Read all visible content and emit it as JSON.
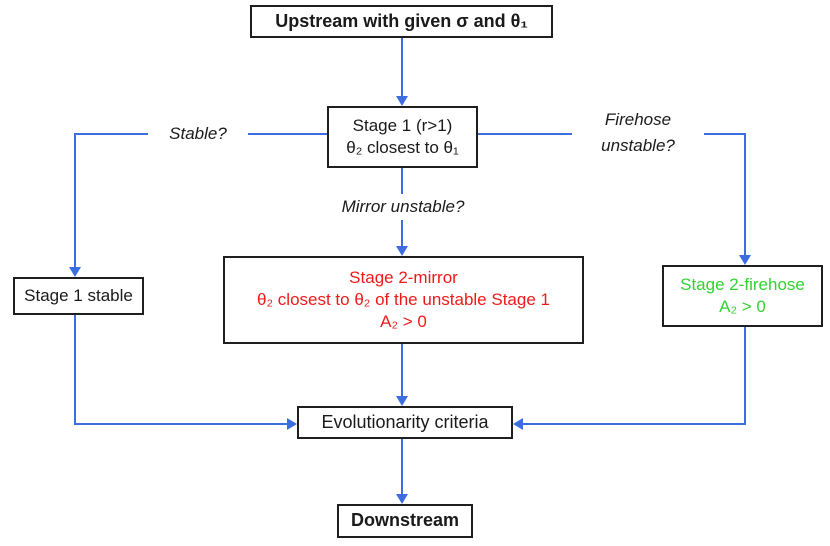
{
  "colors": {
    "arrow_blue": "#3d6ee0",
    "mirror_red": "#ee1a1a",
    "firehose_green": "#32d232",
    "box_border": "#1f1f1f"
  },
  "nodes": {
    "upstream": {
      "label": "Upstream with given σ and θ₁"
    },
    "stage1": {
      "line1": "Stage 1 (r>1)",
      "line2": "θ₂ closest to θ₁"
    },
    "stage1_stable": {
      "label": "Stage 1 stable"
    },
    "stage2_mirror": {
      "line1": "Stage 2-mirror",
      "line2": "θ₂ closest to θ₂ of the unstable Stage 1",
      "line3": "A₂ > 0"
    },
    "stage2_firehose": {
      "line1": "Stage 2-firehose",
      "line2": "A₂ > 0"
    },
    "evolutionarity": {
      "label": "Evolutionarity criteria"
    },
    "downstream": {
      "label": "Downstream"
    }
  },
  "edge_labels": {
    "stable": "Stable?",
    "firehose_unstable": "Firehose unstable?",
    "mirror_unstable": "Mirror unstable?"
  }
}
